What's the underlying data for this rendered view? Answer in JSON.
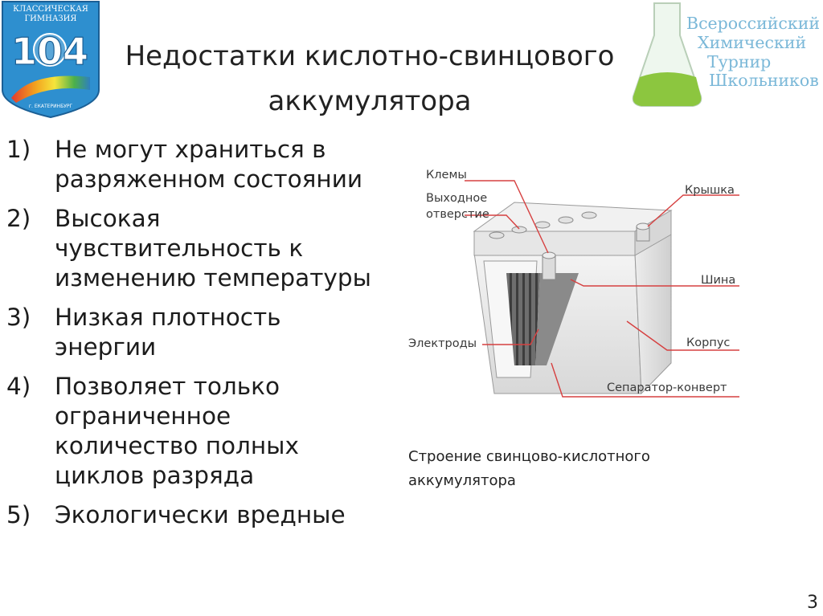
{
  "header": {
    "title_line1": "Недостатки кислотно-свинцового",
    "title_line2": "аккумулятора",
    "school_logo": {
      "line1": "КЛАССИЧЕСКАЯ",
      "line2": "ГИМНАЗИЯ",
      "number": "104",
      "city": "г. ЕКАТЕРИНБУРГ"
    },
    "tournament_logo": {
      "line1": "Всероссийский",
      "line2": "Химический",
      "line3": "Турнир",
      "line4": "Школьников"
    }
  },
  "list": [
    {
      "num": "1)",
      "text": "Не могут храниться в разряженном состоянии"
    },
    {
      "num": "2)",
      "text": "Высокая чувствительность к изменению температуры"
    },
    {
      "num": "3)",
      "text": "Низкая плотность энергии"
    },
    {
      "num": "4)",
      "text": "Позволяет только ограниченное количество полных циклов разряда"
    },
    {
      "num": "5)",
      "text": "Экологически вредные"
    }
  ],
  "diagram": {
    "labels": {
      "terminals": "Клемы",
      "vent_line1": "Выходное",
      "vent_line2": "отверстие",
      "lid": "Крышка",
      "bus": "Шина",
      "electrodes": "Электроды",
      "case": "Корпус",
      "separator": "Сепаратор-конверт"
    },
    "caption_line1": "Строение свинцово-кислотного",
    "caption_line2": "аккумулятора"
  },
  "page_number": "3",
  "colors": {
    "leader_lines": "#d64040",
    "logo_blue": "#2e7fbf",
    "flask_green": "#8cc63f"
  }
}
